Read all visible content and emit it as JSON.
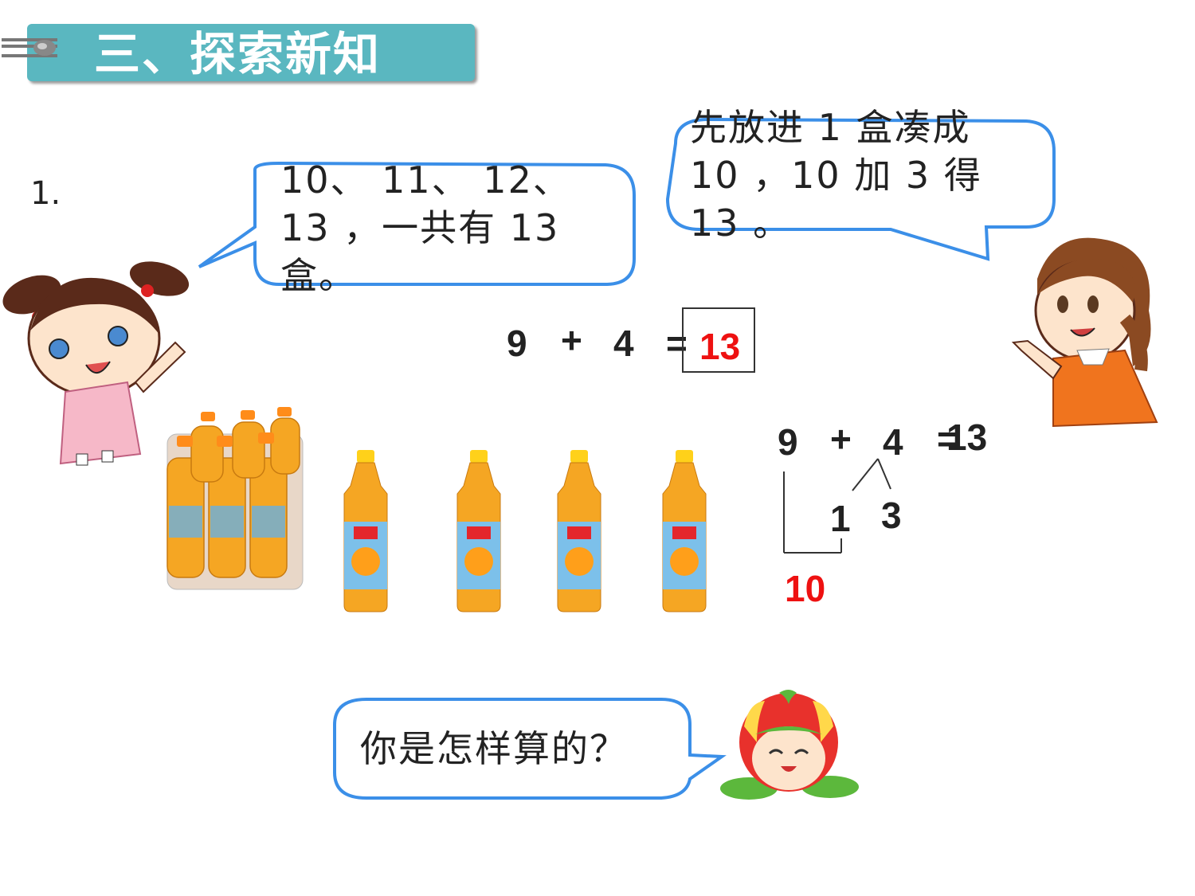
{
  "header": {
    "title": "三、探索新知"
  },
  "question_number": "1.",
  "bubbles": {
    "girl_left_text": "10、 11、 12、 13 ，一共有 13 盒。",
    "girl_right_text": "先放进 1 盒凑成 10 ，10 加 3 得 13 。",
    "apple_text": "你是怎样算的？"
  },
  "equation_top": {
    "a": "9",
    "op": "+",
    "b": "4",
    "eq": "=",
    "answer": "13"
  },
  "equation_split": {
    "a": "9",
    "op": "+",
    "b": "4",
    "eq": "=",
    "answer": "13",
    "split_left": "1",
    "split_right": "3",
    "ten": "10"
  },
  "colors": {
    "banner": "#5ab7c0",
    "bubble_border": "#3b8fe8",
    "answer_red": "#ee1111"
  }
}
